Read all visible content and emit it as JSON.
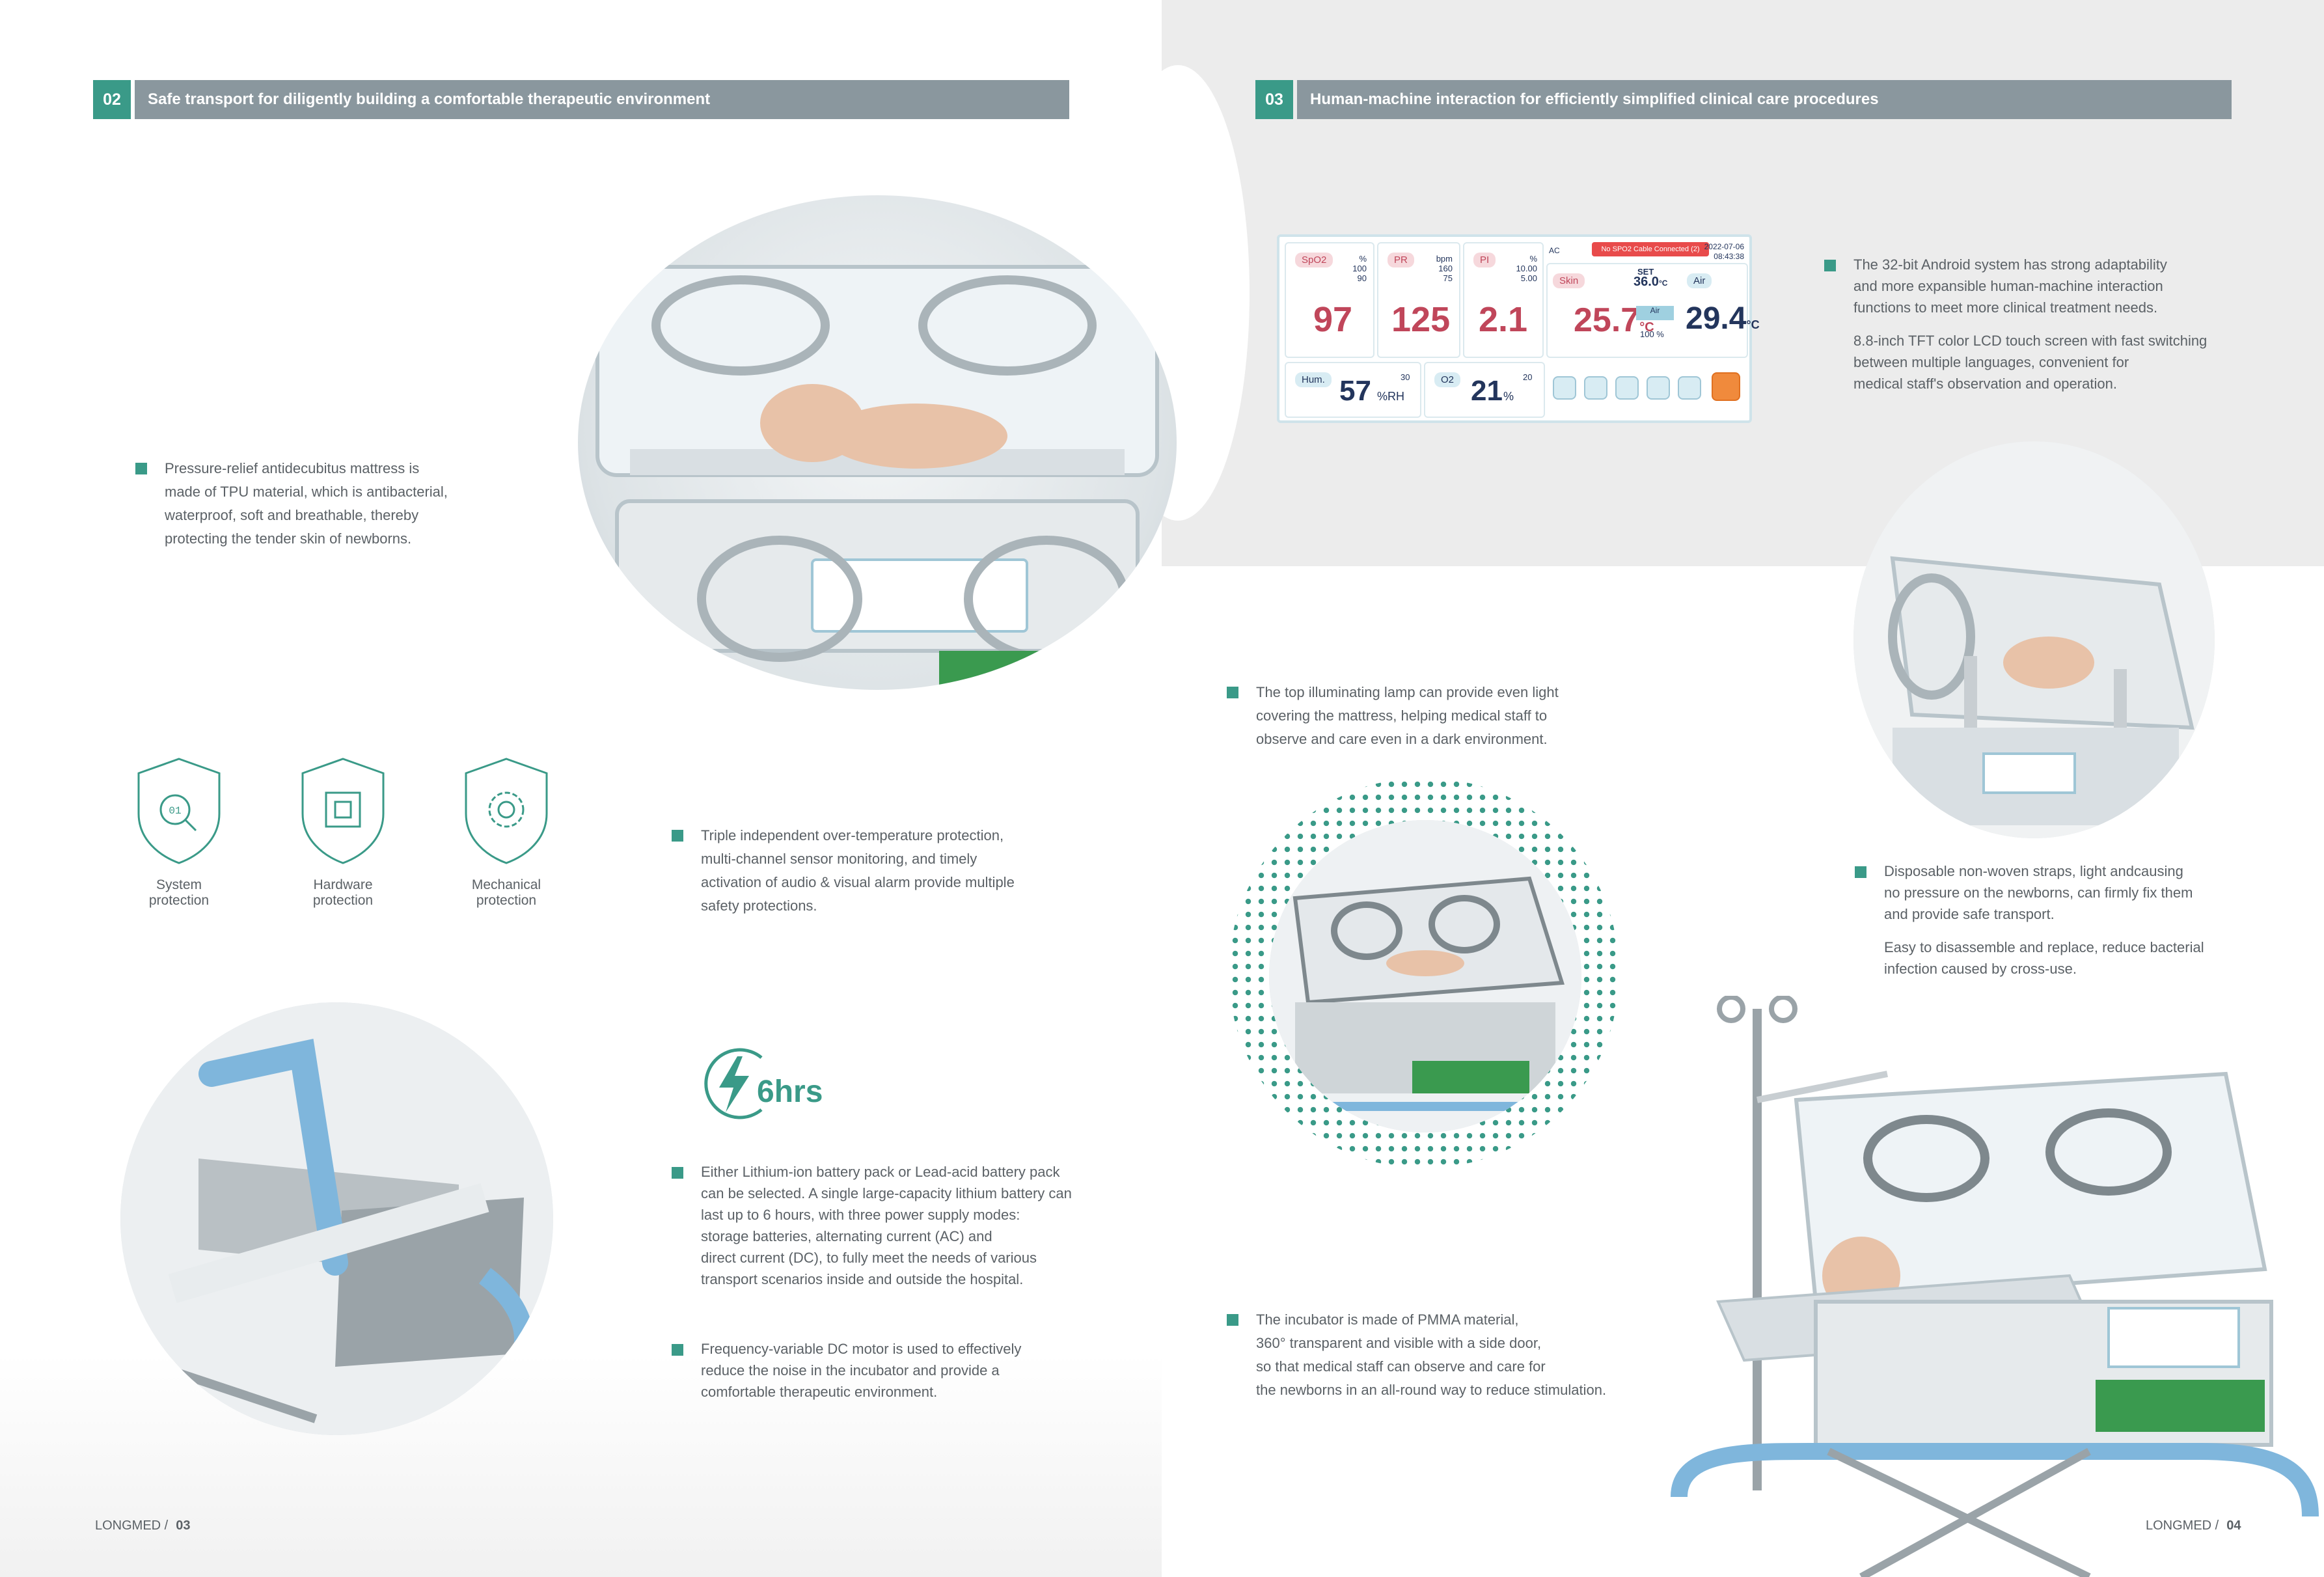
{
  "left_page": {
    "section": {
      "number": "02",
      "title": "Safe transport for diligently building a comfortable therapeutic environment"
    },
    "mattress_text": "Pressure-relief antidecubitus mattress is\nmade of TPU material, which is antibacterial,\nwaterproof, soft and breathable, thereby\nprotecting the tender skin of newborns.",
    "protections": [
      {
        "icon": "shield-data-icon",
        "label": "System\nprotection"
      },
      {
        "icon": "shield-chip-icon",
        "label": "Hardware\nprotection"
      },
      {
        "icon": "shield-gear-icon",
        "label": "Mechanical\nprotection"
      }
    ],
    "overtemp_text": "Triple independent over-temperature protection,\nmulti-channel sensor monitoring, and timely\nactivation of audio & visual alarm provide multiple\nsafety protections.",
    "battery_badge": "6hrs",
    "battery_text": "Either Lithium-ion battery pack or Lead-acid battery pack\ncan be selected. A single large-capacity lithium battery can\nlast up to 6 hours, with three power supply modes:\nstorage batteries, alternating current (AC) and\ndirect current (DC), to fully meet the needs of various\ntransport scenarios inside and outside the hospital.",
    "motor_text": "Frequency-variable DC motor is used to effectively\nreduce the noise in the incubator and provide a\ncomfortable therapeutic environment.",
    "footer": {
      "brand": "LONGMED /",
      "page": "03"
    }
  },
  "right_page": {
    "section": {
      "number": "03",
      "title": "Human-machine interaction for efficiently simplified clinical care procedures"
    },
    "android_paras": [
      "The 32-bit Android system has strong adaptability\nand more expansible human-machine interaction\nfunctions to meet more clinical treatment needs.",
      "8.8-inch TFT color LCD touch screen with fast switching\nbetween multiple languages, convenient for\nmedical staff's observation and operation."
    ],
    "lamp_text": "The top illuminating lamp can provide even light\ncovering the mattress, helping medical staff to\nobserve and care even in a dark environment.",
    "straps_paras": [
      "Disposable non-woven straps, light andcausing\nno pressure on the newborns, can firmly fix them\nand provide safe transport.",
      "Easy to disassemble and replace, reduce bacterial\ninfection caused by cross-use."
    ],
    "pmma_text": "The incubator is made of PMMA material,\n360° transparent and visible with a side door,\nso that medical staff can observe and care for\nthe newborns in an all-round way to reduce stimulation.",
    "footer": {
      "brand": "LONGMED /",
      "page": "04"
    }
  },
  "monitor": {
    "spo2": {
      "label": "SpO2",
      "unit": "%",
      "hi": "100",
      "lo": "90",
      "value": "97"
    },
    "pr": {
      "label": "PR",
      "unit": "bpm",
      "hi": "160",
      "lo": "75",
      "value": "125"
    },
    "pi": {
      "label": "PI",
      "unit": "%",
      "hi": "10.00",
      "lo": "5.00",
      "value": "2.1"
    },
    "power": "AC",
    "alarm": "No SPO2 Cable Connected (2)",
    "date": "2022-07-06",
    "time": "08:43:38",
    "skin": {
      "label": "Skin",
      "value": "25.7",
      "unit": "°C"
    },
    "set": {
      "label": "SET",
      "value": "36.0",
      "unit": "°C",
      "mode": "Air",
      "percent": "100 %"
    },
    "air": {
      "label": "Air",
      "value": "29.4",
      "unit": "°C"
    },
    "hum": {
      "label": "Hum.",
      "value": "57",
      "unit": "%RH",
      "set": "30"
    },
    "o2": {
      "label": "O2",
      "value": "21",
      "unit": "%",
      "set": "20"
    }
  },
  "colors": {
    "accent": "#3a9a88",
    "bar": "#8a979e",
    "text": "#5b6166",
    "panel_grey": "#ececec"
  }
}
